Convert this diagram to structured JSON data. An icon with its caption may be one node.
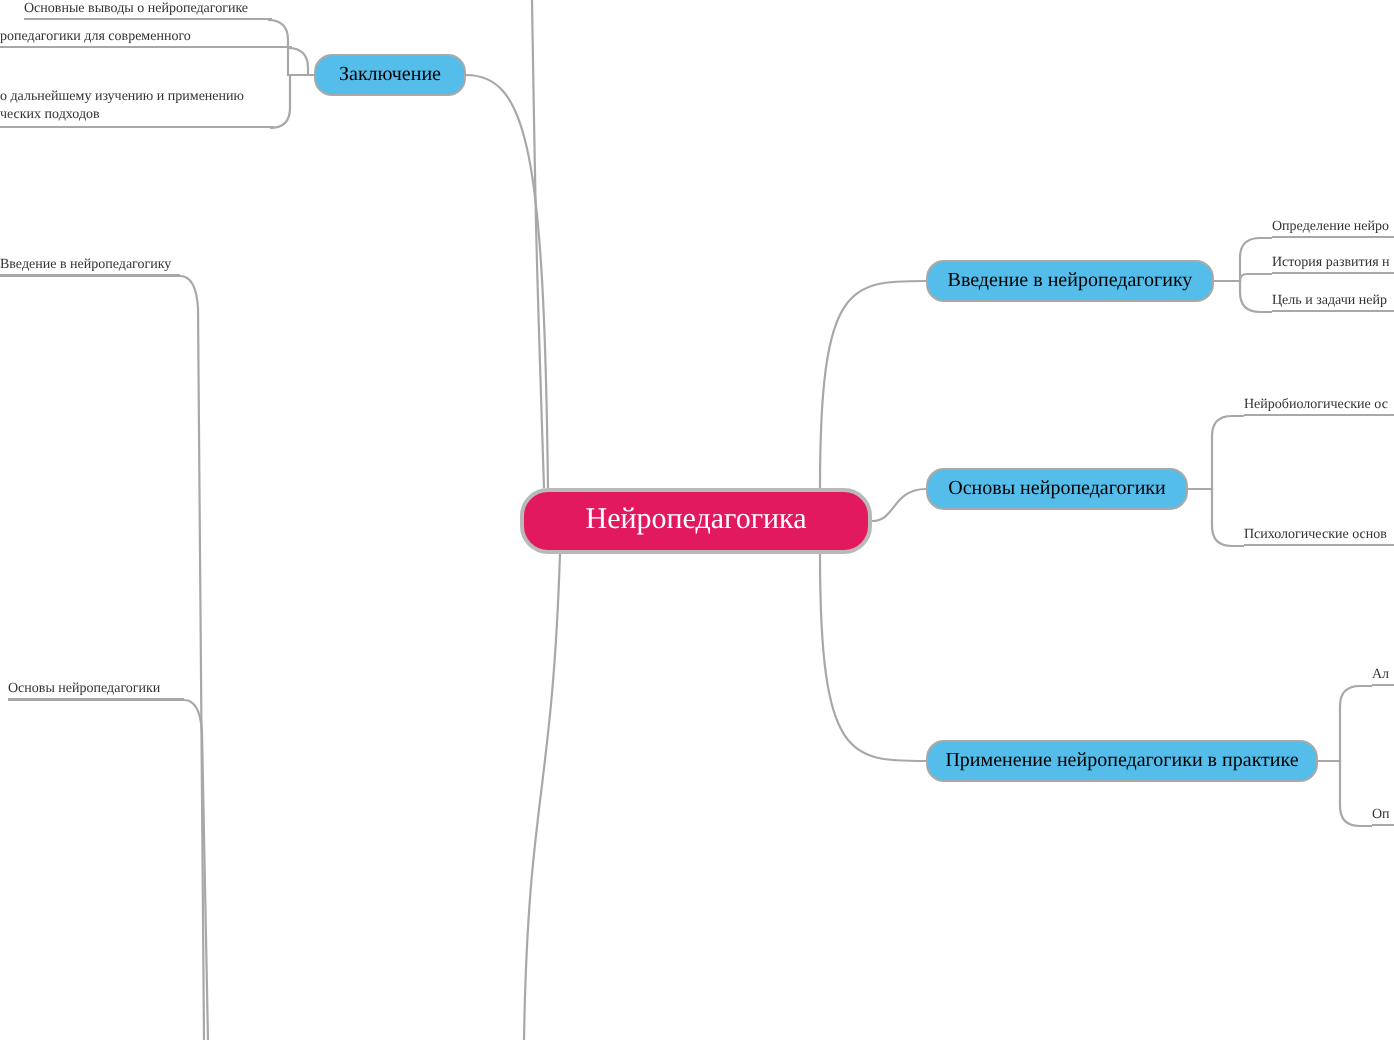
{
  "diagram": {
    "nodes": [
      {
        "text": [
          "Нейропедагогика"
        ]
      },
      {
        "text": [
          "Заключение"
        ]
      },
      {
        "text": [
          "Введение в нейропедагогику"
        ]
      },
      {
        "text": [
          "Основы нейропедагогики"
        ]
      },
      {
        "text": [
          "Применение нейропедагогики в практике"
        ]
      },
      {
        "text": [
          "Основные выводы о нейропедагогике"
        ]
      },
      {
        "text": [
          "ропедагогики для современного"
        ]
      },
      {
        "text": [
          "о дальнейшему изучению и применению ческих подходов"
        ]
      },
      {
        "text": [
          "Введение в нейропедагогику"
        ]
      },
      {
        "text": [
          "Основы нейропедагогики"
        ]
      },
      {
        "text": [
          "Определение нейро"
        ]
      },
      {
        "text": [
          "История развития н"
        ]
      },
      {
        "text": [
          "Цель и задачи нейр"
        ]
      },
      {
        "text": [
          "Нейробиологические ос"
        ]
      },
      {
        "text": [
          "Психологические основ"
        ]
      },
      {
        "text": [
          "Ал"
        ]
      },
      {
        "text": [
          "Оп"
        ]
      }
    ],
    "edges": [
      {
        "from": 0,
        "to": 1,
        "arrow": "none"
      },
      {
        "from": 0,
        "to": 2,
        "arrow": "none"
      },
      {
        "from": 0,
        "to": 3,
        "arrow": "none"
      },
      {
        "from": 0,
        "to": 4,
        "arrow": "none"
      },
      {
        "from": 1,
        "to": 5,
        "arrow": "none"
      },
      {
        "from": 1,
        "to": 6,
        "arrow": "none"
      },
      {
        "from": 1,
        "to": 7,
        "arrow": "none"
      },
      {
        "from": 2,
        "to": 10,
        "arrow": "none"
      },
      {
        "from": 2,
        "to": 11,
        "arrow": "none"
      },
      {
        "from": 2,
        "to": 12,
        "arrow": "none"
      },
      {
        "from": 3,
        "to": 13,
        "arrow": "none"
      },
      {
        "from": 3,
        "to": 14,
        "arrow": "none"
      },
      {
        "from": 4,
        "to": 15,
        "arrow": "none"
      },
      {
        "from": 4,
        "to": 16,
        "arrow": "none"
      },
      {
        "from": 0,
        "to": null,
        "arrow": "none"
      },
      {
        "from": 0,
        "to": null,
        "arrow": "none"
      },
      {
        "from": 8,
        "to": null,
        "arrow": "none"
      },
      {
        "from": 9,
        "to": null,
        "arrow": "none"
      }
    ]
  }
}
